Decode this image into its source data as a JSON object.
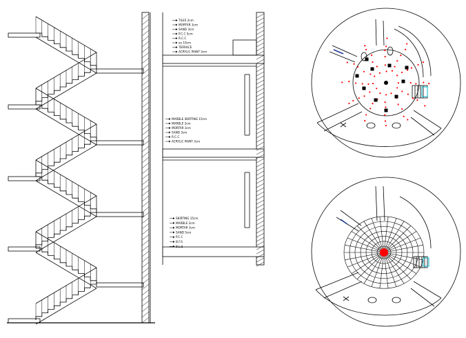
{
  "annotations": {
    "roof": [
      "TILES 2cm",
      "MORTAR 3cm",
      "SAND 3cm",
      "P.C.C 5cm",
      "R.C.C",
      "ex 10cm",
      "TERRACE",
      "ACRYLIC PAINT 3cm"
    ],
    "floor": [
      "MARBLE SKIRTING 15cm",
      "MARBLE 2cm",
      "MORTAR 3cm",
      "SAND 3cm",
      "R.C.C",
      "ACRYLIC PAINT 3cm"
    ],
    "ground": [
      "SKIRTING 15cm",
      "MARBLE 2cm",
      "MORTAR 3cm",
      "SAND 5cm",
      "P.C.C",
      "B.F.S",
      "B.L.S"
    ]
  },
  "colors": {
    "line": "#000000",
    "accent": "#ff0000",
    "secondary": "#00b7c9",
    "tertiary": "#1f3a9a"
  }
}
